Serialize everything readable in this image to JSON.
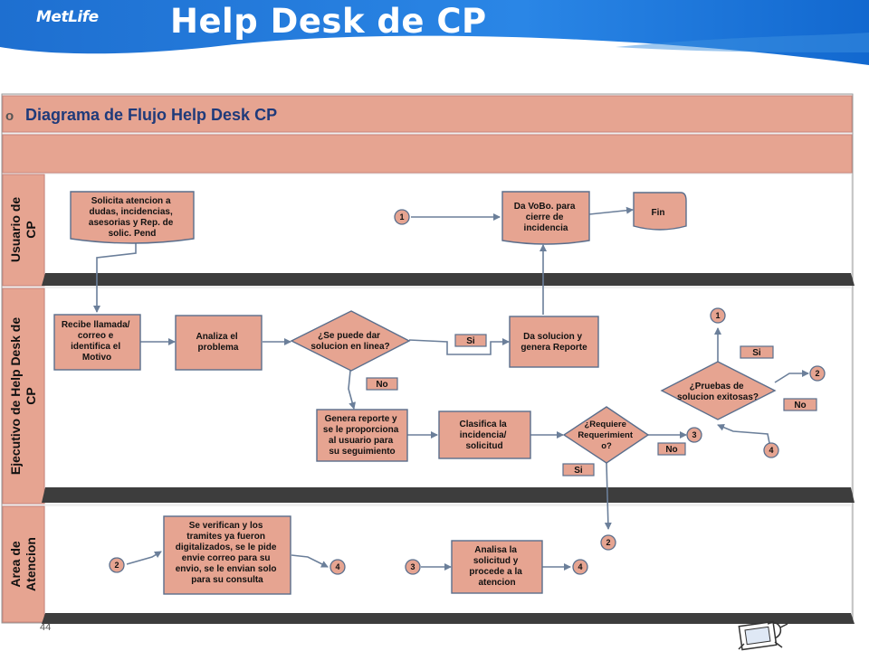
{
  "header": {
    "logo": "MetLife",
    "title": "Help Desk de CP"
  },
  "diagram": {
    "title": "Diagrama de Flujo Help Desk CP",
    "bullet": "o",
    "lanes": [
      {
        "id": "usuario",
        "label": [
          "Usuario de",
          "CP"
        ]
      },
      {
        "id": "ejecutivo",
        "label": [
          "Ejecutivo de Help Desk de",
          "CP"
        ]
      },
      {
        "id": "area",
        "label": [
          "Area de",
          "Atencion"
        ]
      }
    ],
    "nodes": {
      "solicita": [
        "Solicita atencion a",
        "dudas, incidencias,",
        "asesorias y Rep. de",
        "solic. Pend"
      ],
      "vobo": [
        "Da VoBo. para",
        "cierre de",
        "incidencia"
      ],
      "fin": [
        "Fin"
      ],
      "recibe": [
        "Recibe llamada/",
        "correo e",
        "identifica el",
        "Motivo"
      ],
      "analiza": [
        "Analiza el",
        "problema"
      ],
      "puede": [
        "¿Se puede dar",
        "solucion en linea?"
      ],
      "solucion": [
        "Da solucion y",
        "genera Reporte"
      ],
      "pruebas": [
        "¿Pruebas de",
        "solucion exitosas?"
      ],
      "genera": [
        "Genera reporte y",
        "se le proporciona",
        "al usuario para",
        "su seguimiento"
      ],
      "clasifica": [
        "Clasifica la",
        "incidencia/",
        "solicitud"
      ],
      "requiere": [
        "¿Requiere",
        "Requerimient",
        "o?"
      ],
      "verifican": [
        "Se verifican y los",
        "tramites ya fueron",
        "digitalizados, se le pide",
        "envie correo para su",
        "envio, se le envian solo",
        "para su consulta"
      ],
      "analisa": [
        "Analisa la",
        "solicitud y",
        "procede a la",
        "atencion"
      ]
    },
    "labels": {
      "si": "Si",
      "no": "No"
    },
    "connectors": [
      "1",
      "2",
      "3",
      "4"
    ]
  },
  "footer": {
    "slide_number": "44"
  }
}
